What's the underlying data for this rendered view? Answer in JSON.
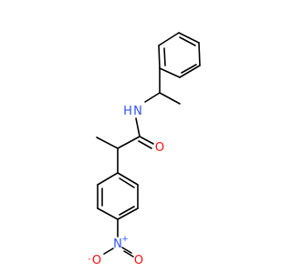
{
  "molecule": {
    "atoms": {
      "amide_n": {
        "text": "N",
        "color": "#3050F8"
      },
      "amide_h": {
        "text": "H",
        "color": "#3050F8"
      },
      "carbonyl_o": {
        "text": "O",
        "color": "#FF0D0D"
      },
      "nitro_n": {
        "text": "N",
        "color": "#3050F8"
      },
      "nitro_n_charge": {
        "text": "+",
        "color": "#3050F8"
      },
      "nitro_o_left": {
        "text": "O",
        "color": "#FF0D0D"
      },
      "nitro_o_left_charge": {
        "text": "-",
        "color": "#FF0D0D"
      },
      "nitro_o_right": {
        "text": "O",
        "color": "#FF0D0D"
      }
    },
    "bond_color": "#000000"
  }
}
